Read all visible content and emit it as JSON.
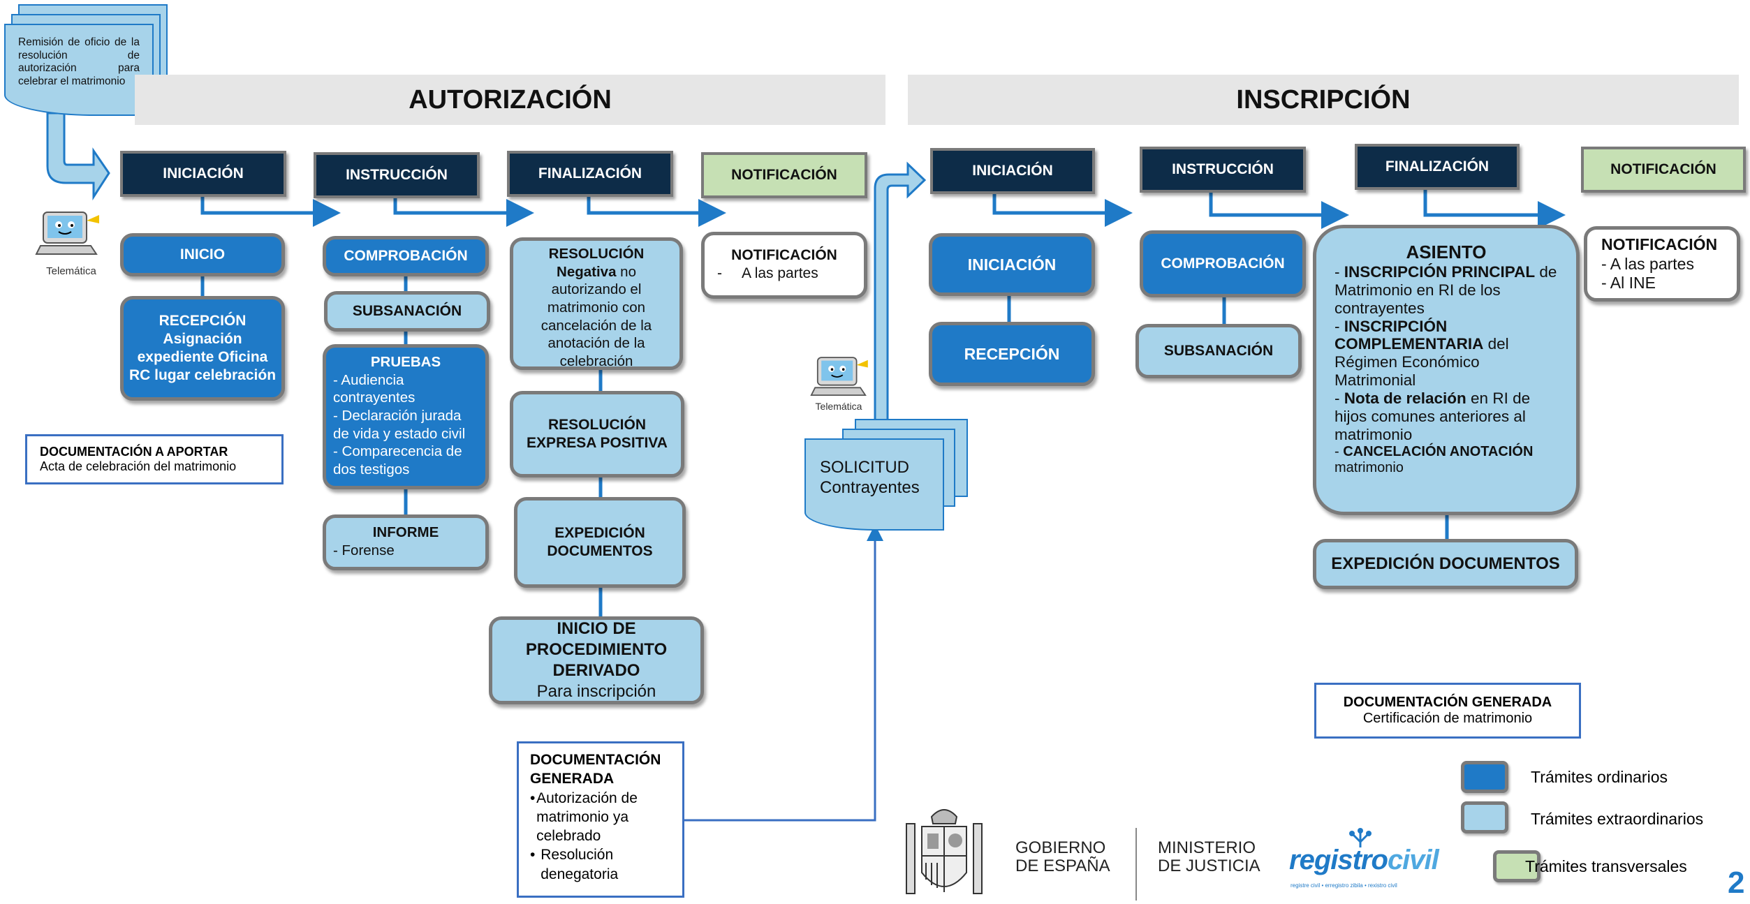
{
  "remision_note": "Remisión de oficio de la resolución de autorización para celebrar el matrimonio",
  "sections": {
    "autorizacion": "AUTORIZACIÓN",
    "inscripcion": "INSCRIPCIÓN"
  },
  "auth": {
    "phases": {
      "iniciacion": "INICIACIÓN",
      "instruccion": "INSTRUCCIÓN",
      "finalizacion": "FINALIZACIÓN",
      "notificacion": "NOTIFICACIÓN"
    },
    "telematica": "Telemática",
    "inicio": "INICIO",
    "recepcion": {
      "title": "RECEPCIÓN",
      "body": "Asignación expediente Oficina RC lugar celebración"
    },
    "doc_aportar": {
      "title": "DOCUMENTACIÓN A APORTAR",
      "body": "Acta de celebración del matrimonio"
    },
    "comprobacion": "COMPROBACIÓN",
    "subsanacion": "SUBSANACIÓN",
    "pruebas": {
      "title": "PRUEBAS",
      "items": [
        "- Audiencia contrayentes",
        "- Declaración jurada de vida y estado civil",
        "- Comparecencia de dos testigos"
      ]
    },
    "informe": {
      "title": "INFORME",
      "item": "- Forense"
    },
    "resolucion_neg": {
      "title": "RESOLUCIÓN",
      "bold": "Negativa",
      "rest": " no autorizando el matrimonio con cancelación de la anotación de la celebración"
    },
    "resolucion_pos": {
      "line1": "RESOLUCIÓN",
      "line2": "EXPRESA POSITIVA"
    },
    "expedicion": {
      "line1": "EXPEDICIÓN",
      "line2": "DOCUMENTOS"
    },
    "inicio_proc": {
      "title": "INICIO DE PROCEDIMIENTO DERIVADO",
      "sub": "Para inscripción"
    },
    "notif_box": {
      "title": "NOTIFICACIÓN",
      "item": "-     A las partes"
    },
    "doc_generada": {
      "title": "DOCUMENTACIÓN GENERADA",
      "items": [
        "Autorización de matrimonio ya celebrado",
        "Resolución denegatoria"
      ]
    }
  },
  "solicitud": {
    "line1": "SOLICITUD",
    "line2": "Contrayentes",
    "telematica": "Telemática"
  },
  "insc": {
    "phases": {
      "iniciacion": "INICIACIÓN",
      "instruccion": "INSTRUCCIÓN",
      "finalizacion": "FINALIZACIÓN",
      "notificacion": "NOTIFICACIÓN"
    },
    "iniciacion": "INICIACIÓN",
    "recepcion": "RECEPCIÓN",
    "comprobacion": "COMPROBACIÓN",
    "subsanacion": "SUBSANACIÓN",
    "asiento": {
      "title": "ASIENTO",
      "i1_bold": "INSCRIPCIÓN PRINCIPAL",
      "i1_rest": " de Matrimonio en RI de los contrayentes",
      "i2_bold": "INSCRIPCIÓN COMPLEMENTARIA",
      "i2_rest": " del Régimen Económico Matrimonial",
      "i3_bold": "Nota de relación",
      "i3_rest": " en RI de hijos comunes anteriores al matrimonio",
      "i4_bold": "CANCELACIÓN ANOTACIÓN",
      "i4_rest": " matrimonio"
    },
    "expedicion": "EXPEDICIÓN DOCUMENTOS",
    "notif_box": {
      "title": "NOTIFICACIÓN",
      "items": [
        "- A las partes",
        "- Al INE"
      ]
    },
    "doc_generada": {
      "title": "DOCUMENTACIÓN GENERADA",
      "body": "Certificación de matrimonio"
    }
  },
  "legend": [
    {
      "label": "Trámites ordinarios",
      "color": "#1f7ac7"
    },
    {
      "label": "Trámites extraordinarios",
      "color": "#a7d3ea"
    },
    {
      "label": "Trámites transversales",
      "color": "#c6e0b4"
    }
  ],
  "footer": {
    "gobierno1": "GOBIERNO",
    "gobierno2": "DE ESPAÑA",
    "ministerio1": "MINISTERIO",
    "ministerio2": "DE JUSTICIA",
    "logo_a": "registro",
    "logo_b": "civil",
    "logo_tagline": "registre civil • erregistro zibila • rexistro civil",
    "page_number": "2"
  }
}
